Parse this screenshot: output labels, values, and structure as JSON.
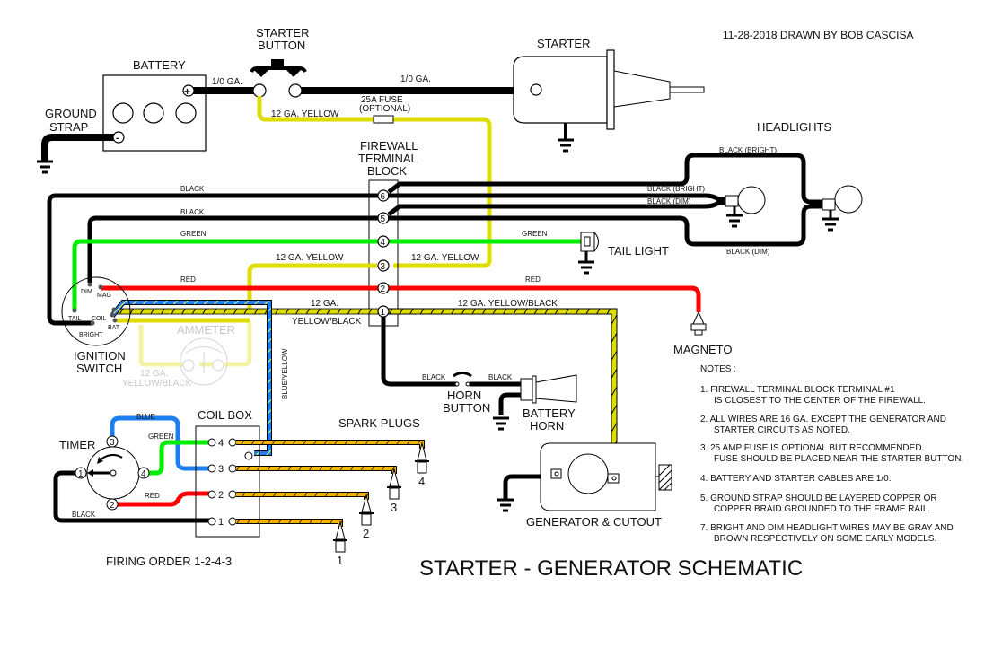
{
  "header": {
    "credit": "11-28-2018 DRAWN BY BOB CASCISA",
    "title": "STARTER  - GENERATOR SCHEMATIC"
  },
  "components": {
    "battery": "BATTERY",
    "ground_strap": [
      "GROUND",
      "STRAP"
    ],
    "starter_button": [
      "STARTER",
      "BUTTON"
    ],
    "starter": "STARTER",
    "headlights": "HEADLIGHTS",
    "firewall_block": [
      "FIREWALL",
      "TERMINAL",
      "BLOCK"
    ],
    "tail_light": "TAIL  LIGHT",
    "magneto": "MAGNETO",
    "ignition_switch": [
      "IGNITION",
      "SWITCH"
    ],
    "ammeter": "AMMETER",
    "horn_button": [
      "HORN",
      "BUTTON"
    ],
    "battery_horn": [
      "BATTERY",
      "HORN"
    ],
    "generator": "GENERATOR  &  CUTOUT",
    "timer": "TIMER",
    "coil_box": "COIL  BOX",
    "spark_plugs": "SPARK  PLUGS",
    "firing_order": "FIRING  ORDER  1-2-4-3"
  },
  "switch_terminals": {
    "dim": "DIM",
    "mag": "MAG",
    "tail": "TAIL",
    "coil": "COIL",
    "bat": "BAT",
    "bright": "BRIGHT"
  },
  "terminal_numbers": [
    "1",
    "2",
    "3",
    "4",
    "5",
    "6"
  ],
  "timer_numbers": [
    "1",
    "2",
    "3",
    "4"
  ],
  "coil_numbers": [
    "1",
    "2",
    "3",
    "4"
  ],
  "plug_numbers": [
    "1",
    "2",
    "3",
    "4"
  ],
  "wire_labels": {
    "battery_cable": "1/0 GA.",
    "starter_cable": "1/0 GA.",
    "yellow_12ga": "12 GA. YELLOW",
    "fuse": [
      "25A FUSE",
      "(OPTIONAL)"
    ],
    "black_6": "BLACK",
    "black_5": "BLACK",
    "green": "GREEN",
    "yellow_3": "12  GA.  YELLOW",
    "yellow_3_right": "12  GA.  YELLOW",
    "red_left": "RED",
    "ga12": "12  GA.",
    "yellow_black": "YELLOW/BLACK",
    "green_tail": "GREEN",
    "red_magneto": "RED",
    "gen_wire": "12  GA.  YELLOW/BLACK",
    "headlight_bright_top": "BLACK  (BRIGHT)",
    "headlight_bright": "BLACK  (BRIGHT)",
    "headlight_dim": "BLACK  (DIM)",
    "headlight_dim_bottom": "BLACK  (DIM)",
    "horn_black_left": "BLACK",
    "horn_black_right": "BLACK",
    "ammeter_wire": [
      "12  GA.",
      "YELLOW/BLACK"
    ],
    "blue_yellow": "BLUE/YELLOW",
    "timer_blue": "BLUE",
    "timer_green": "GREEN",
    "timer_red": "RED",
    "timer_black": "BLACK"
  },
  "notes": {
    "heading": "NOTES  :",
    "items": [
      [
        "1.  FIREWALL  TERMINAL  BLOCK  TERMINAL  #1",
        "IS  CLOSEST  TO  THE  CENTER  OF  THE  FIREWALL."
      ],
      [
        "2.  ALL  WIRES  ARE  16  GA.  EXCEPT  THE  GENERATOR  AND",
        "STARTER  CIRCUITS  AS  NOTED."
      ],
      [
        "3.  25  AMP  FUSE  IS  OPTIONAL  BUT  RECOMMENDED.",
        "FUSE  SHOULD  BE  PLACED  NEAR  THE  STARTER  BUTTON."
      ],
      [
        "4.  BATTERY  AND  STARTER  CABLES  ARE  1/0."
      ],
      [
        "5.  GROUND  STRAP  SHOULD  BE  LAYERED  COPPER  OR",
        "COPPER  BRAID  GROUNDED  TO  THE  FRAME  RAIL."
      ],
      [
        "7.  BRIGHT  AND  DIM  HEADLIGHT  WIRES  MAY  BE  GRAY  AND",
        "BROWN  RESPECTIVELY  ON  SOME  EARLY  MODELS."
      ]
    ]
  },
  "colors": {
    "black": "#000000",
    "yellow": "#dddd00",
    "green": "#00ee00",
    "red": "#ff0000",
    "blue": "#1e7ff0",
    "orange": "#f5b400",
    "faded_yellow": "#f0f0b0"
  }
}
